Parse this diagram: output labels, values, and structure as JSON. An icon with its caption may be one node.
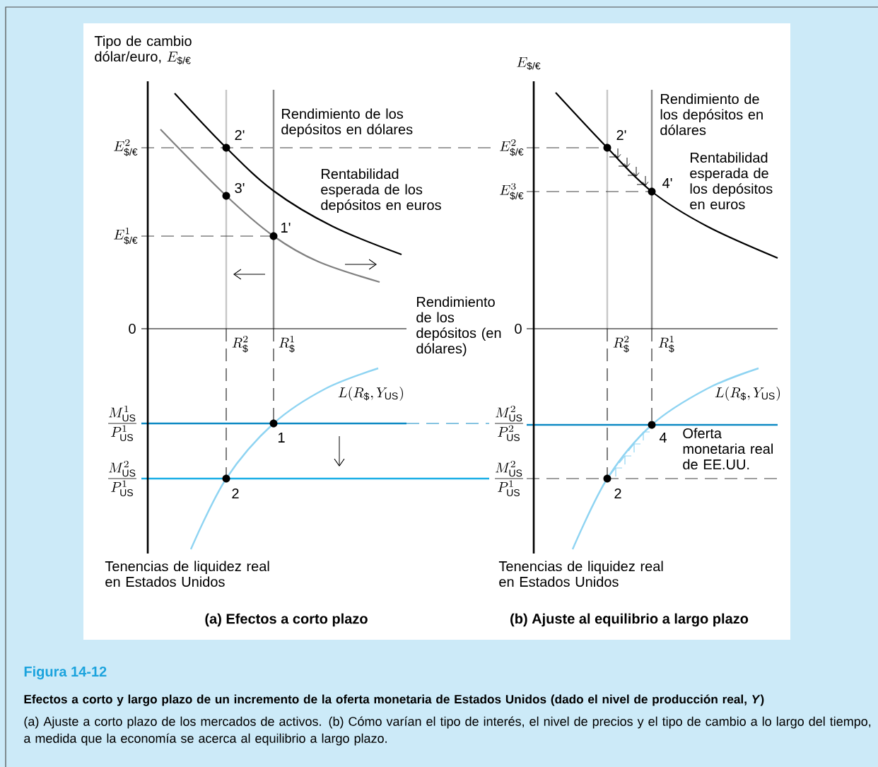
{
  "diagram": {
    "title": "Efectos a corto y largo plazo de un incremento de la oferta monetaria de Estados Unidos (dado el nivel de producción real, *Y*)",
    "caption": "(a) Ajuste a corto plazo de los mercados de activos. (b) Cómo varían el tipo de interés, el nivel de precios y el tipo de cambio a lo largo del tiempo, a medida que la economía se acerca al equilibrio a largo plazo.",
    "labels": [
      "Tipo de cambio dólar/euro,",
      "E_{\\text{\\$/€}}",
      "Rendimiento de los depósitos en dólares",
      "E^{2}_{\\text{\\$/€}}",
      "2'",
      "3'",
      "Rentabilidad esperada de los depósitos en euros",
      "E^{1}_{\\text{\\$/€}}",
      "1'",
      "Rendimiento de los depósitos (en dólares)",
      "0",
      "R^{2}_{\\text{\\$}}",
      "R^{1}_{\\text{\\$}}",
      "L(R_{\\text{\\$}},Y_{\\text{US}})",
      "\\frac{M^{1}_{\\text{US}}}{P^{1}_{\\text{US}}}",
      "1",
      "\\frac{M^{2}_{\\text{US}}}{P^{1}_{\\text{US}}}",
      "2",
      "Tenencias de liquidez real en Estados Unidos",
      "(a) Efectos a corto plazo",
      "E_{\\text{\\$/€}}",
      "Rendimiento de los depósitos en dólares",
      "E^{2}_{\\text{\\$/€}}",
      "2'",
      "Rentabilidad esperada de los depósitos en euros",
      "E^{3}_{\\text{\\$/€}}",
      "4'",
      "0",
      "R^{2}_{\\text{\\$}}",
      "R^{1}_{\\text{\\$}}",
      "L(R_{\\text{\\$}},Y_{\\text{US}})",
      "\\frac{M^{2}_{\\text{US}}}{P^{2}_{\\text{US}}}",
      "4",
      "Oferta monetaria real de EE.UU.",
      "\\frac{M^{2}_{\\text{US}}}{P^{1}_{\\text{US}}}",
      "2",
      "Tenencias de liquidez real en Estados Unidos",
      "(b) Ajuste al equilibrio a largo plazo",
      "Figura 14-12"
    ]
  }
}
